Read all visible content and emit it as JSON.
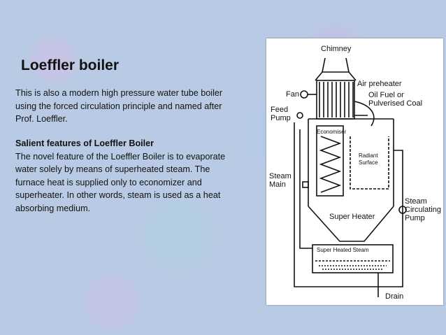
{
  "slide": {
    "title": "Loeffler boiler",
    "intro": "This is also a modern high pressure water tube boiler using the forced circulation principle and named after Prof. Loeffler.",
    "features_heading": "Salient features of Loeffler Boiler",
    "features_text": "The novel feature of the Loeffler Boiler is to evaporate water solely by means of superheated steam. The furnace heat is supplied only to economizer and superheater. In other words, steam is used as a heat absorbing medium."
  },
  "diagram": {
    "labels": {
      "chimney": "Chimney",
      "fan": "Fan",
      "air_preheater": "Air preheater",
      "oil_fuel_1": "Oil Fuel or",
      "oil_fuel_2": "Pulverised Coal",
      "feed_1": "Feed",
      "feed_2": "Pump",
      "economiser": "Economiser",
      "radiant_1": "Radiant",
      "radiant_2": "Surface",
      "steam_main_1": "Steam",
      "steam_main_2": "Main",
      "super_heater": "Super Heater",
      "steam_circ_1": "Steam",
      "steam_circ_2": "Circulating",
      "steam_circ_3": "Pump",
      "super_heated_steam": "Super Heated Steam",
      "drain": "Drain"
    }
  }
}
